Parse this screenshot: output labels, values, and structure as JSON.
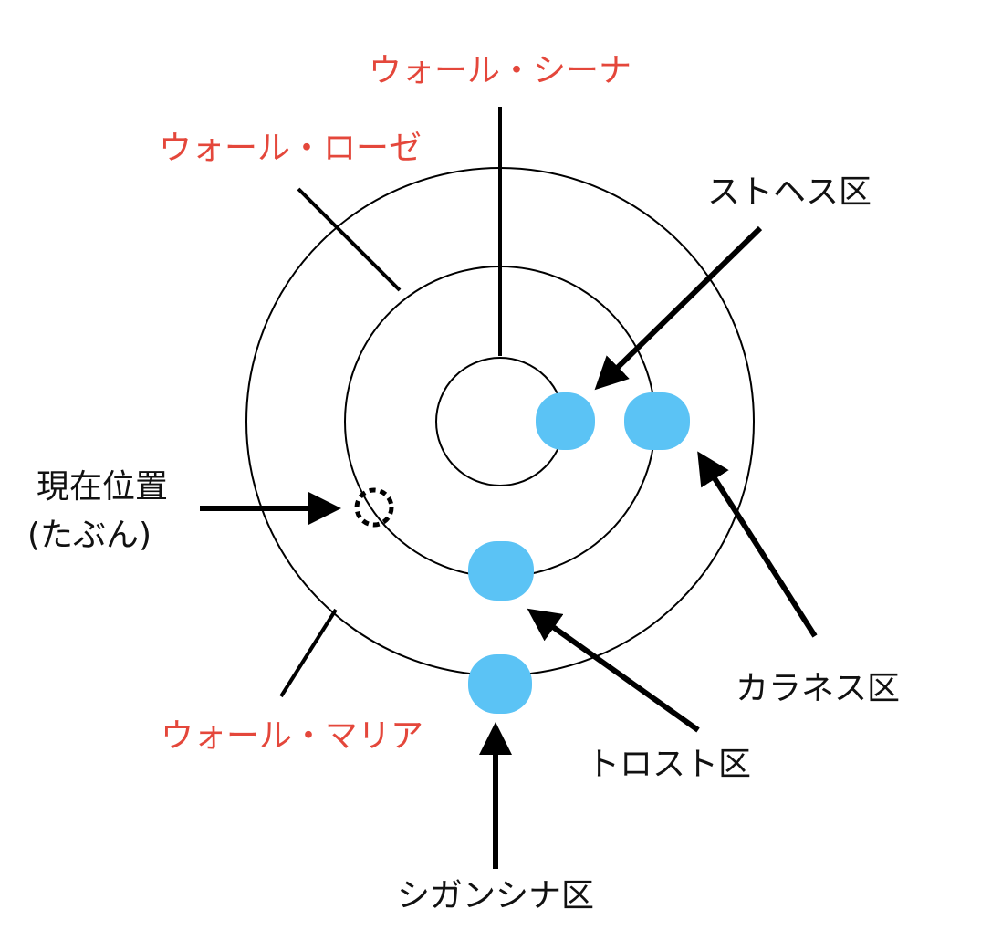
{
  "colors": {
    "wall_label": "#e4473b",
    "district": "#5bc3f5",
    "line": "#000000"
  },
  "walls": {
    "sina": "ウォール・シーナ",
    "rose": "ウォール・ローゼ",
    "maria": "ウォール・マリア"
  },
  "districts": {
    "stohess": "ストヘス区",
    "karanes": "カラネス区",
    "trost": "トロスト区",
    "shiganshina": "シガンシナ区"
  },
  "current_position": {
    "line1": "現在位置",
    "line2": "(たぶん)"
  }
}
